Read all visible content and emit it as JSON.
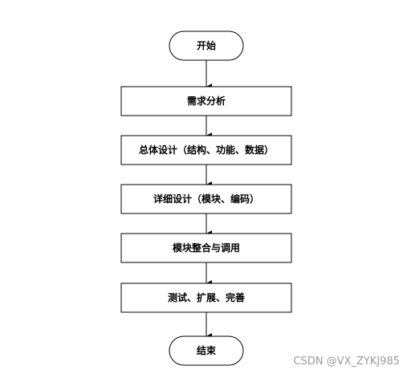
{
  "flowchart": {
    "start_label": "开始",
    "steps": [
      "需求分析",
      "总体设计（结构、功能、数据）",
      "详细设计（模块、编码）",
      "模块整合与调用",
      "测试、扩展、完善"
    ],
    "end_label": "结束"
  },
  "watermark": "CSDN @VX_ZYKJ985",
  "colors": {
    "stroke": "#000000",
    "fill": "#ffffff",
    "watermark": "#9a9a9a"
  }
}
